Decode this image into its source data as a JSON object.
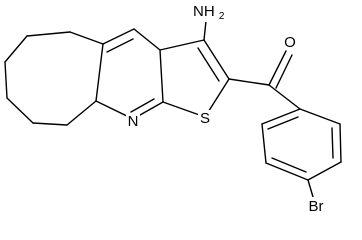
{
  "molecule": {
    "atoms": {
      "amino": {
        "symbol": "NH",
        "subscript": "2"
      },
      "carbonyl_oxygen": {
        "symbol": "O"
      },
      "pyridine_nitrogen": {
        "symbol": "N"
      },
      "thiophene_sulfur": {
        "symbol": "S"
      },
      "bromine": {
        "symbol": "Br"
      }
    }
  },
  "colors": {
    "bond": "#000000",
    "label": "#000000",
    "background": "#ffffff"
  }
}
